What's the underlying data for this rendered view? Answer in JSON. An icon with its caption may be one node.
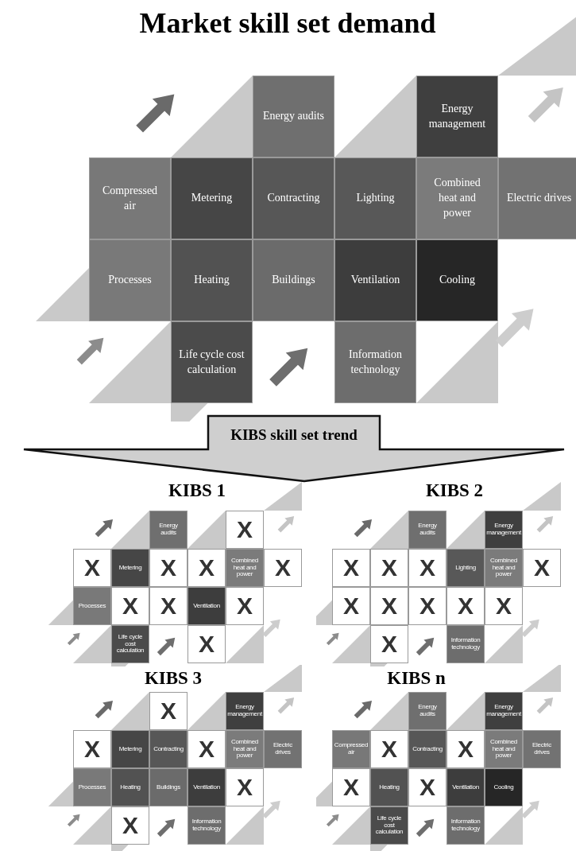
{
  "diagram": {
    "title": "Market skill set demand",
    "nodes": [
      {
        "text": [
          "Energy audits"
        ]
      },
      {
        "text": [
          "Energy management"
        ]
      },
      {
        "text": [
          "Compressed air"
        ]
      },
      {
        "text": [
          "Metering"
        ]
      },
      {
        "text": [
          "Contracting"
        ]
      },
      {
        "text": [
          "Lighting"
        ]
      },
      {
        "text": [
          "Combined heat and power"
        ]
      },
      {
        "text": [
          "Electric drives"
        ]
      },
      {
        "text": [
          "Processes"
        ]
      },
      {
        "text": [
          "Heating"
        ]
      },
      {
        "text": [
          "Buildings"
        ]
      },
      {
        "text": [
          "Ventilation"
        ]
      },
      {
        "text": [
          "Cooling"
        ]
      },
      {
        "text": [
          "Life cycle cost calculation"
        ]
      },
      {
        "text": [
          "Information technology"
        ]
      },
      {
        "text": [
          "KIBS skill set trend"
        ]
      },
      {
        "text": [
          "KIBS 1"
        ]
      },
      {
        "text": [
          "Energy audits"
        ],
        "in": 16
      },
      {
        "text": [
          "X"
        ],
        "in": 16
      },
      {
        "text": [
          "X"
        ],
        "in": 16
      },
      {
        "text": [
          "Metering"
        ],
        "in": 16
      },
      {
        "text": [
          "X"
        ],
        "in": 16
      },
      {
        "text": [
          "X"
        ],
        "in": 16
      },
      {
        "text": [
          "Combined heat and power"
        ],
        "in": 16
      },
      {
        "text": [
          "X"
        ],
        "in": 16
      },
      {
        "text": [
          "Processes"
        ],
        "in": 16
      },
      {
        "text": [
          "X"
        ],
        "in": 16
      },
      {
        "text": [
          "X"
        ],
        "in": 16
      },
      {
        "text": [
          "Ventilation"
        ],
        "in": 16
      },
      {
        "text": [
          "X"
        ],
        "in": 16
      },
      {
        "text": [
          "Life cycle cost calculation"
        ],
        "in": 16
      },
      {
        "text": [
          "X"
        ],
        "in": 16
      },
      {
        "text": [
          "KIBS 2"
        ]
      },
      {
        "text": [
          "Energy audits"
        ],
        "in": 32
      },
      {
        "text": [
          "Energy management"
        ],
        "in": 32
      },
      {
        "text": [
          "X"
        ],
        "in": 32
      },
      {
        "text": [
          "X"
        ],
        "in": 32
      },
      {
        "text": [
          "X"
        ],
        "in": 32
      },
      {
        "text": [
          "Lighting"
        ],
        "in": 32
      },
      {
        "text": [
          "Combined heat and power"
        ],
        "in": 32
      },
      {
        "text": [
          "X"
        ],
        "in": 32
      },
      {
        "text": [
          "X"
        ],
        "in": 32
      },
      {
        "text": [
          "X"
        ],
        "in": 32
      },
      {
        "text": [
          "X"
        ],
        "in": 32
      },
      {
        "text": [
          "X"
        ],
        "in": 32
      },
      {
        "text": [
          "X"
        ],
        "in": 32
      },
      {
        "text": [
          "X"
        ],
        "in": 32
      },
      {
        "text": [
          "Information technology"
        ],
        "in": 32
      },
      {
        "text": [
          "KIBS 3"
        ]
      },
      {
        "text": [
          "X"
        ],
        "in": 48
      },
      {
        "text": [
          "Energy management"
        ],
        "in": 48
      },
      {
        "text": [
          "X"
        ],
        "in": 48
      },
      {
        "text": [
          "Metering"
        ],
        "in": 48
      },
      {
        "text": [
          "Contracting"
        ],
        "in": 48
      },
      {
        "text": [
          "X"
        ],
        "in": 48
      },
      {
        "text": [
          "Combined heat and power"
        ],
        "in": 48
      },
      {
        "text": [
          "Electric drives"
        ],
        "in": 48
      },
      {
        "text": [
          "Processes"
        ],
        "in": 48
      },
      {
        "text": [
          "Heating"
        ],
        "in": 48
      },
      {
        "text": [
          "Buildings"
        ],
        "in": 48
      },
      {
        "text": [
          "Ventilation"
        ],
        "in": 48
      },
      {
        "text": [
          "X"
        ],
        "in": 48
      },
      {
        "text": [
          "X"
        ],
        "in": 48
      },
      {
        "text": [
          "Information technology"
        ],
        "in": 48
      },
      {
        "text": [
          "KIBS n"
        ]
      },
      {
        "text": [
          "Energy audits"
        ],
        "in": 64
      },
      {
        "text": [
          "Energy management"
        ],
        "in": 64
      },
      {
        "text": [
          "Compressed air"
        ],
        "in": 64
      },
      {
        "text": [
          "X"
        ],
        "in": 64
      },
      {
        "text": [
          "Contracting"
        ],
        "in": 64
      },
      {
        "text": [
          "X"
        ],
        "in": 64
      },
      {
        "text": [
          "Combined heat and power"
        ],
        "in": 64
      },
      {
        "text": [
          "Electric drives"
        ],
        "in": 64
      },
      {
        "text": [
          "X"
        ],
        "in": 64
      },
      {
        "text": [
          "Heating"
        ],
        "in": 64
      },
      {
        "text": [
          "X"
        ],
        "in": 64
      },
      {
        "text": [
          "Ventilation"
        ],
        "in": 64
      },
      {
        "text": [
          "Cooling"
        ],
        "in": 64
      },
      {
        "text": [
          "Life cycle cost calculation"
        ],
        "in": 64
      },
      {
        "text": [
          "Information technology"
        ],
        "in": 64
      }
    ]
  }
}
